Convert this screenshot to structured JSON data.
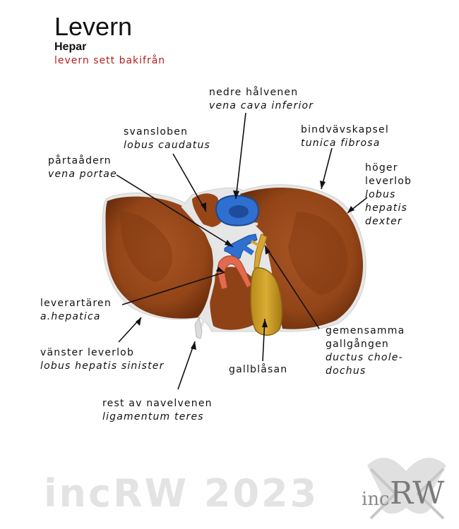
{
  "header": {
    "title": "Levern",
    "subtitle": "Hepar",
    "caption": "levern sett bakifrån"
  },
  "labels": {
    "vena_cava": {
      "sv": "nedre hålvenen",
      "la": "vena cava inferior"
    },
    "caudate": {
      "sv": "svansloben",
      "la": "lobus caudatus"
    },
    "fibrous_capsule": {
      "sv": "bindvävskapsel",
      "la": "tunica fibrosa"
    },
    "portal_vein": {
      "sv": "pårtaådern",
      "la": "vena portae"
    },
    "right_lobe": {
      "lines": [
        "höger",
        "leverlob"
      ],
      "la_lines": [
        "lobus",
        "hepatis",
        "dexter"
      ]
    },
    "hepatic_artery": {
      "sv": "leverartären",
      "la": "a.hepatica"
    },
    "left_lobe": {
      "sv": "vänster leverlob",
      "la": "lobus hepatis sinister"
    },
    "bile_duct": {
      "lines": [
        "gemensamma",
        "gallgången"
      ],
      "la_lines": [
        "ductus chole-",
        "dochus"
      ]
    },
    "gallbladder": {
      "sv": "gallblåsan"
    },
    "ligament": {
      "sv": "rest av navelvenen",
      "la": "ligamentum teres"
    }
  },
  "watermark": {
    "text": "incRW 2023",
    "logo_prefix": "inc",
    "logo_main": "RW"
  },
  "colors": {
    "liver": "#9a4a1a",
    "liver_dark": "#6e2f0c",
    "capsule": "#e4e4e4",
    "vein": "#2f6fd0",
    "artery": "#e26a4e",
    "gallbladder": "#c79a22",
    "caption": "#b02020"
  }
}
